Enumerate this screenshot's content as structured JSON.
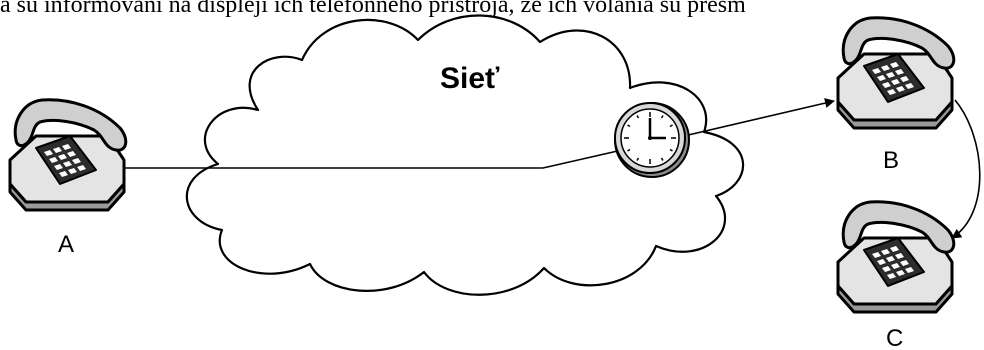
{
  "caption_text": "a sú informovaní na displeji ich telefónneho prístroja, že ich volania sú presm",
  "diagram": {
    "network_label": "Sieť",
    "nodes": {
      "a": "A",
      "b": "B",
      "c": "C"
    },
    "icons": [
      "telephone-icon",
      "clock-icon",
      "cloud-icon"
    ]
  }
}
